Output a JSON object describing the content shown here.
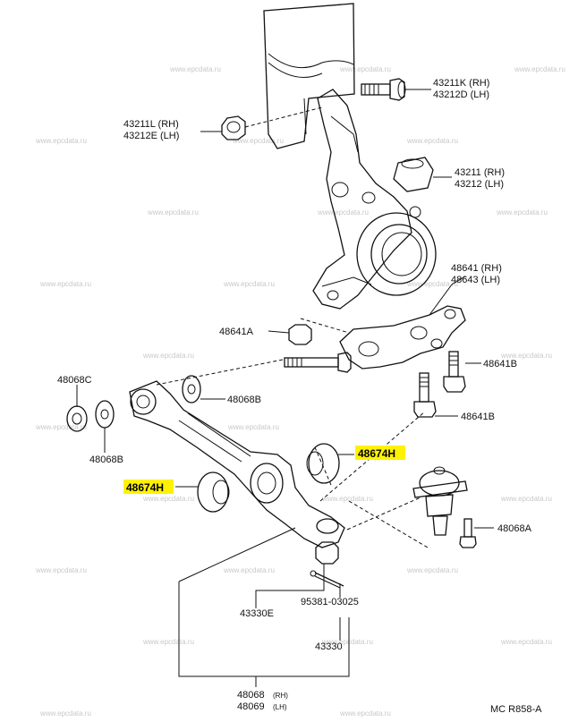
{
  "watermark": "www.epcdata.ru",
  "colors": {
    "highlight": "#fff200",
    "line": "#111111",
    "watermark": "#c8c8c8"
  },
  "labels": {
    "bolt_rh": "43211K (RH)",
    "bolt_lh": "43212D (LH)",
    "nut_rh": "43211L (RH)",
    "nut_lh": "43212E (LH)",
    "knuckle_rh": "43211 (RH)",
    "knuckle_lh": "43212 (LH)",
    "plate_rh": "48641 (RH)",
    "plate_lh": "48643 (LH)",
    "p48641A": "48641A",
    "p48641B_1": "48641B",
    "p48641B_2": "48641B",
    "p48068C": "48068C",
    "p48068B_1": "48068B",
    "p48068B_2": "48068B",
    "bushing_upper": "48674H",
    "bushing_lower": "48674H",
    "p48068A": "48068A",
    "p43330E": "43330E",
    "pin": "95381-03025",
    "p43330": "43330",
    "arm_rh": "48068",
    "arm_rh_side": "(RH)",
    "arm_lh": "48069",
    "arm_lh_side": "(LH)",
    "figure_code": "MC R858-A"
  }
}
